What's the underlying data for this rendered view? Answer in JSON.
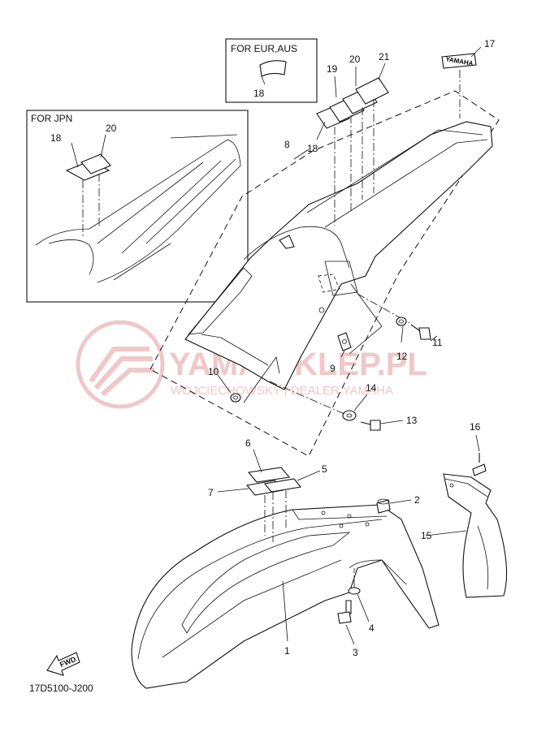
{
  "boxes": {
    "eur_aus": "FOR EUR,AUS",
    "jpn": "FOR JPN"
  },
  "callouts": {
    "c1": "1",
    "c2": "2",
    "c3": "3",
    "c4": "4",
    "c5": "5",
    "c6": "6",
    "c7": "7",
    "c8": "8",
    "c9": "9",
    "c10": "10",
    "c11": "11",
    "c12": "12",
    "c13": "13",
    "c14": "14",
    "c15": "15",
    "c16": "16",
    "c17": "17",
    "c18a": "18",
    "c18b": "18",
    "c18c": "18",
    "c19": "19",
    "c20a": "20",
    "c20b": "20",
    "c21": "21"
  },
  "diagram_code": "17D5100-J200",
  "fwd_label": "FWD",
  "decal_text": "YAMAHA",
  "watermark": {
    "title": "YAMA-SKLEP.PL",
    "subtitle": "WOJCIECHOWSKY | DEALER YAMAHA"
  },
  "colors": {
    "line": "#111111",
    "watermark": "#f0c8c8"
  }
}
